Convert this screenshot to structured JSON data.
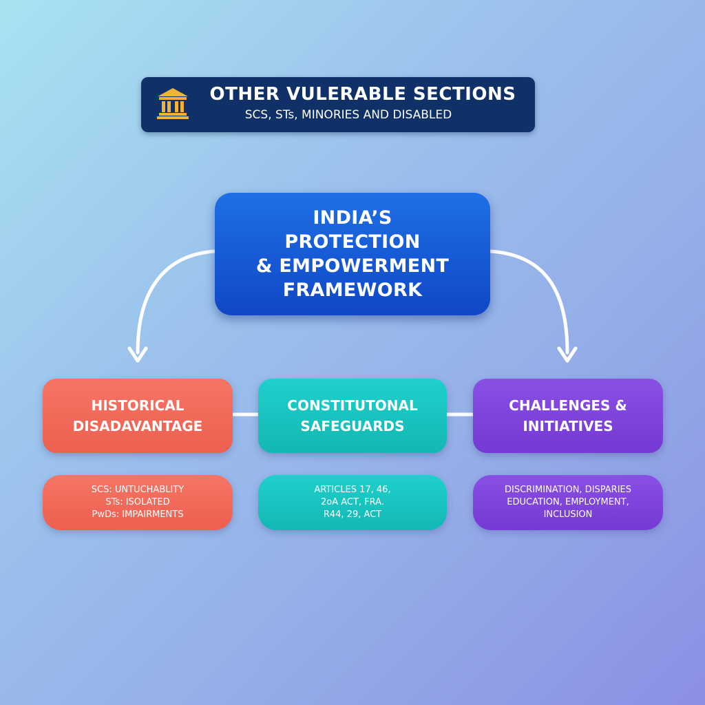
{
  "header": {
    "title": "OTHER VULERABLE SECTIONS",
    "subtitle": "SCS, STs, MINORIES AND DISABLED",
    "icon": "bank-building-icon",
    "icon_color": "#f3b234",
    "background": "#0f3167"
  },
  "center": {
    "label": "INDIA’S\nPROTECTION\n& EMPOWERMENT\nFRAMEWORK",
    "color": "#1556d6"
  },
  "categories": [
    {
      "label": "HISTORICAL\nDISADAVANTAGE",
      "color": "#f26a59",
      "detail": "SCS: UNTUCHABLITY\nSTs: ISOLATED\nPwDs: IMPAIRMENTS"
    },
    {
      "label": "CONSTITUTONAL\nSAFEGUARDS",
      "color": "#19c4c0",
      "detail": "ARTICLES 17, 46,\n2oA ACT, FRA.\nR44, 29, ACT"
    },
    {
      "label": "CHALLENGES &\nINITIATIVES",
      "color": "#7d43da",
      "detail": "DISCRIMINATION, DISPARIES\nEDUCATION, EMPLOYMENT,\nINCLUSION"
    }
  ]
}
